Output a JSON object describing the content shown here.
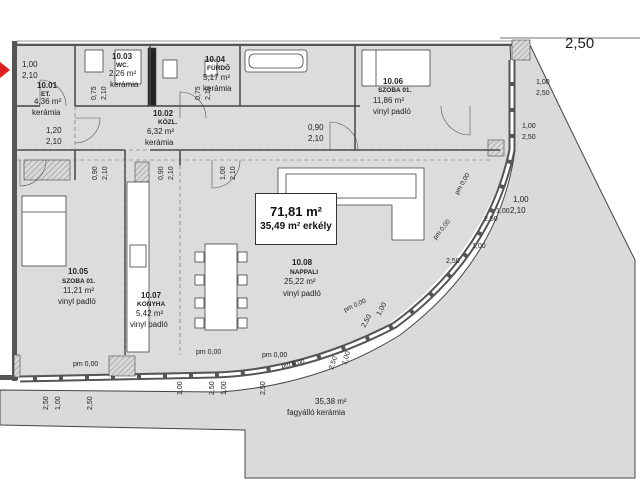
{
  "corner_dimension": "2,50",
  "area_summary": {
    "total": "71,81 m²",
    "balcony": "35,49 m² erkély"
  },
  "rooms": [
    {
      "id": "10.01",
      "name": "ET.",
      "area": "4,36 m²",
      "finish": "kerámia"
    },
    {
      "id": "10.02",
      "name": "KÖZL.",
      "area": "6,32 m²",
      "finish": "kerámia"
    },
    {
      "id": "10.03",
      "name": "WC.",
      "area": "2,26 m²",
      "finish": "kerámia"
    },
    {
      "id": "10.04",
      "name": "FÜRDŐ",
      "area": "5,17 m²",
      "finish": "kerámia"
    },
    {
      "id": "10.05",
      "name": "SZOBA 01.",
      "area": "11,21 m²",
      "finish": "vinyl padló"
    },
    {
      "id": "10.06",
      "name": "SZOBA 01.",
      "area": "11,86 m²",
      "finish": "vinyl padló"
    },
    {
      "id": "10.07",
      "name": "KONYHA",
      "area": "5,42 m²",
      "finish": "vinyl padló"
    },
    {
      "id": "10.08",
      "name": "NAPPALI",
      "area": "25,22 m²",
      "finish": "vinyl padló"
    },
    {
      "id": "",
      "name": "",
      "area": "35,38 m²",
      "finish": "fagyálló kerámia"
    }
  ],
  "dimension_labels": {
    "d_1_00_top": "1,00",
    "d_2_10_top": "2,10",
    "d_0_75": "0,75",
    "d_2_10_wc": "2,10",
    "d_0_75b": "0,75",
    "d_2_10_b": "2,10",
    "d_1_20": "1,20",
    "d_2_10_c": "2,10",
    "d_0_90_a": "0,90",
    "d_2_10_d": "2,10",
    "d_0_90_b": "0,90",
    "d_2_10_e": "2,10",
    "d_0_90_c": "0,90",
    "d_2_10_f": "2,10",
    "d_0_90_d": "0,90",
    "d_2_10_g": "2,10",
    "d_1_00_k": "1,00",
    "d_2_10_k": "2,10",
    "d_1_00_n": "1,00",
    "d_2_10_n": "2,10",
    "d_1_00_r1": "1,00",
    "d_2_50_r1": "2,50",
    "d_1_00_r2": "1,00",
    "d_2_50_r2": "2,50",
    "pm_r3": "pm 0,00",
    "d_1_00_r3": "1,00",
    "d_2_50_r3": "2,50",
    "d_1_00_r4": "1,00",
    "d_2_50_r4": "2,50",
    "pm_r4": "pm 0,00",
    "pm_r5": "pm 0,00",
    "d_1_00_r5": "1,00",
    "d_2_50_r5": "2,50",
    "pm_r6": "pm 0,00",
    "d_1_00_r6": "1,00",
    "d_2_50_r6": "2,50",
    "pm_b1": "pm 0,00",
    "pm_b2": "pm 0,00",
    "pm_b3": "pm 0,00",
    "d_2_50_b1": "2,50",
    "d_1_00_b1": "1,00",
    "d_2_50_b2": "2,50",
    "d_1_00_b2": "1,00",
    "d_2_50_b3": "2,50",
    "d_1_00_b3": "1,00",
    "d_2_50_b4": "2,50"
  }
}
